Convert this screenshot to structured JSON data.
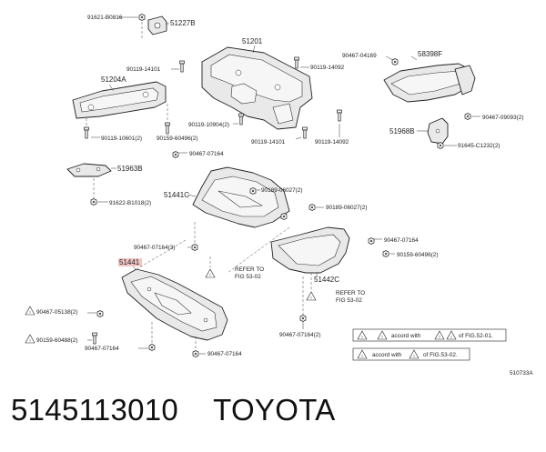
{
  "diagram": {
    "labels": {
      "p91621": "91621-B0816",
      "p51227B": "51227B",
      "p51201": "51201",
      "p90119_14101": "90119-14101",
      "p90119_14092": "90119-14092",
      "p51204A": "51204A",
      "p90119_10904": "90119-10904(2)",
      "p90119_10601": "90119-10601(2)",
      "p90159_60496a": "90159-60496(2)",
      "p90119_14101b": "90119-14101",
      "p90119_14092b": "90119-14092",
      "p90467_07164a": "90467-07164",
      "p51963B": "51963B",
      "p51441C": "51441C",
      "p90189_06027a": "90189-06027(2)",
      "p91622": "91622-B1018(2)",
      "p90189_06027b": "90189-06027(2)",
      "p90467_07164b": "90467-07164(3)",
      "p90467_07164c": "90467-07164",
      "p90159_60496b": "90159-60496(2)",
      "p51441": "51441",
      "refer52_a": "REFER TO",
      "refer52_b": "FIG 53-02",
      "p51442C": "51442C",
      "refer53_a": "REFER TO",
      "refer53_b": "FIG 53-02",
      "p90467_05138": "90467-05138(2)",
      "p90159_60488": "90159-60488(2)",
      "p90467_07164d": "90467-07164",
      "p90467_07164e": "90467-07164",
      "p90467_07164f": "90467-07164(2)",
      "p90467_04169": "90467-04169",
      "p58398F": "58398F",
      "p90467_09093": "90467-09093(2)",
      "p51968B": "51968B",
      "p91645": "91645-C1232(2)",
      "fig_code": "510733A"
    },
    "legend": {
      "row1_text1": "accord with",
      "row1_text2": "of FIG.52-01.",
      "row2_text1": "accord with",
      "row2_text2": "of FIG.53-02."
    }
  },
  "footer": {
    "part_number": "5145113010",
    "brand": "TOYOTA"
  }
}
